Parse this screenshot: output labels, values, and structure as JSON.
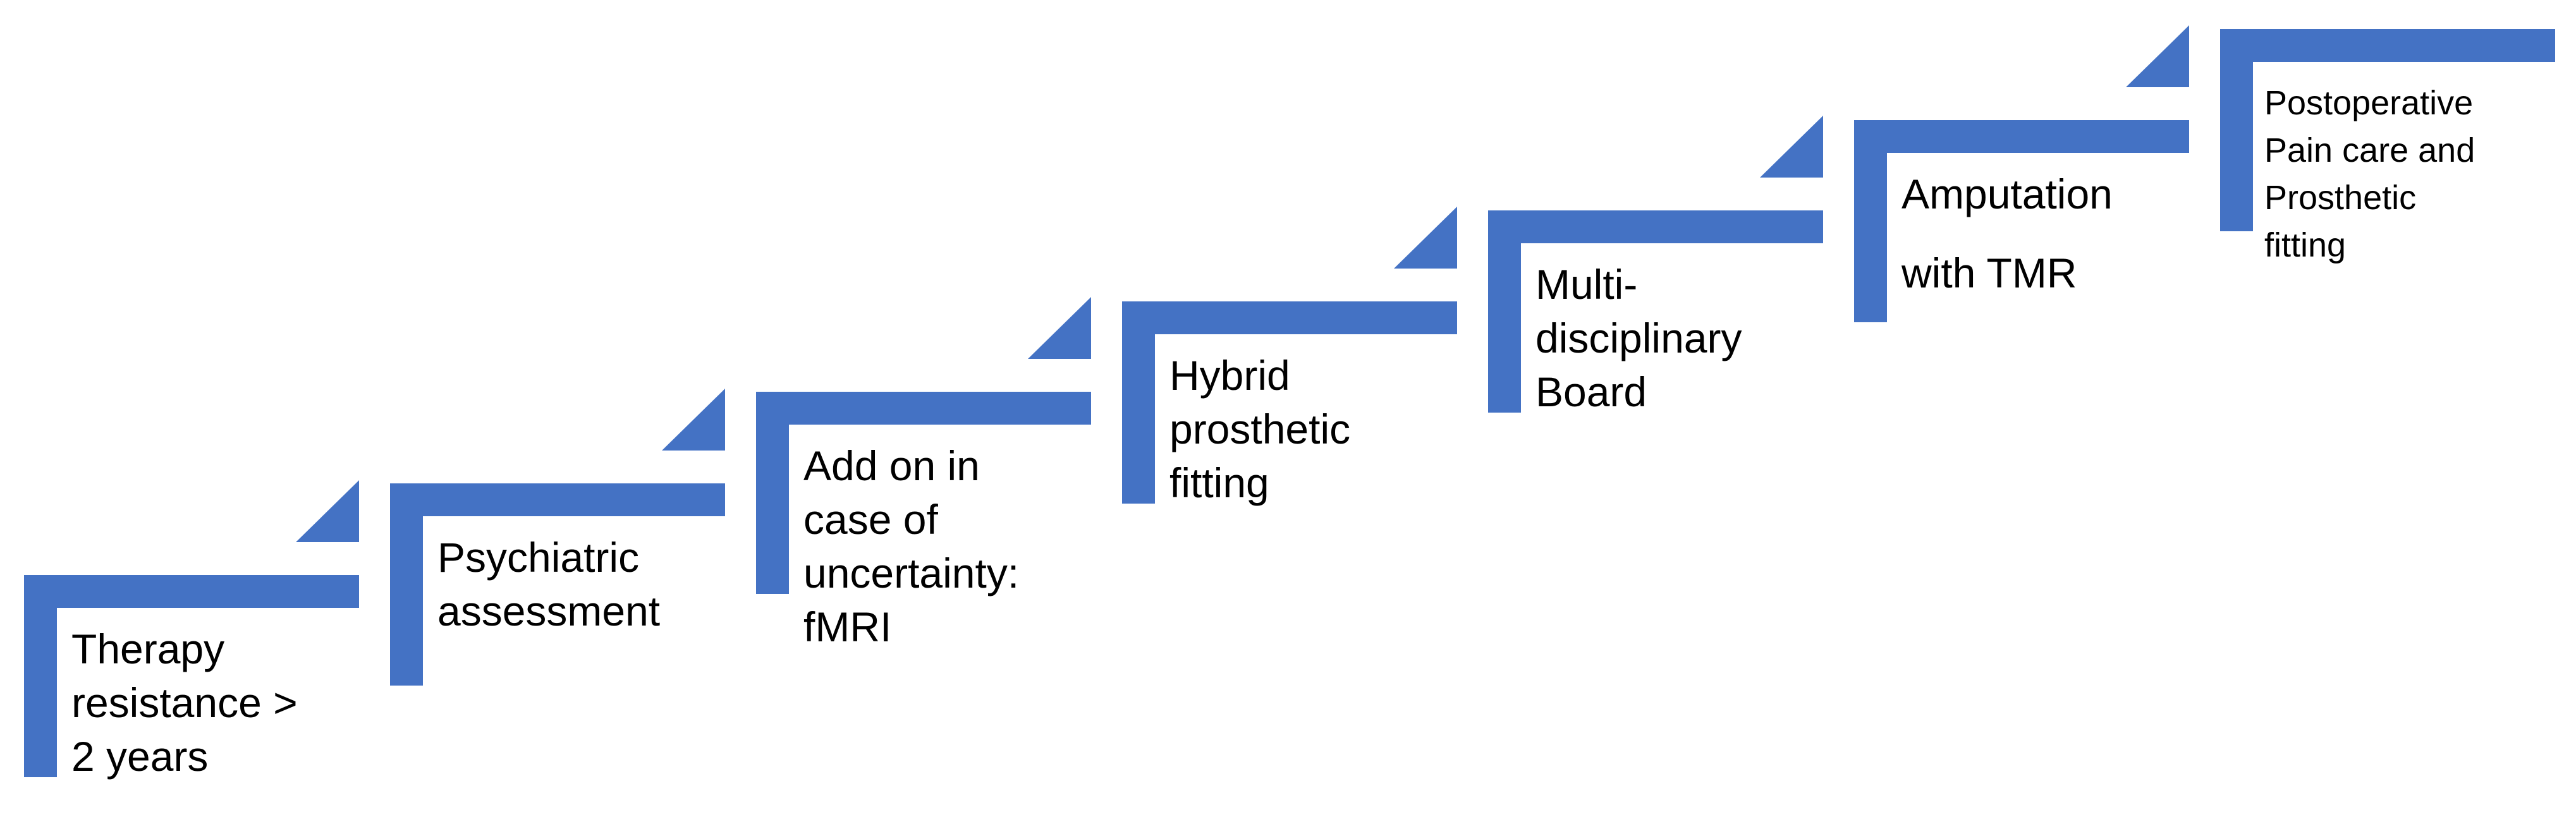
{
  "diagram": {
    "accent_color": "#4472C4",
    "steps": [
      {
        "lines": [
          "Therapy",
          "resistance >",
          "2 years"
        ]
      },
      {
        "lines": [
          "Psychiatric",
          "assessment"
        ]
      },
      {
        "lines": [
          "Add on in",
          "case of",
          "uncertainty:",
          "fMRI"
        ]
      },
      {
        "lines": [
          "Hybrid",
          "prosthetic",
          "fitting"
        ]
      },
      {
        "lines": [
          "Multi-",
          "disciplinary",
          "Board"
        ]
      },
      {
        "lines": [
          "Amputation",
          "with TMR"
        ]
      },
      {
        "lines": [
          "Postoperative",
          "Pain care and",
          "Prosthetic",
          "fitting"
        ]
      }
    ]
  }
}
